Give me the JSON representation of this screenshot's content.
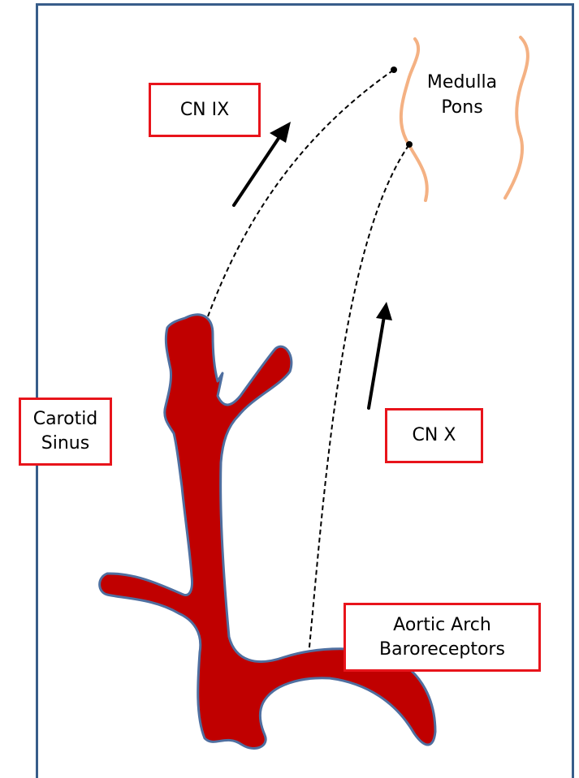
{
  "labels": {
    "cn9": "CN IX",
    "cn10": "CN X",
    "carotid": "Carotid\nSinus",
    "aortic": "Aortic Arch\nBaroreceptors",
    "medulla": "Medulla\nPons"
  },
  "colors": {
    "frame": "#385d8a",
    "box_border": "#e8141b",
    "vessel_fill": "#c00000",
    "vessel_outline": "#4f6fa0",
    "brainstem": "#f4b183",
    "nerve": "#000000"
  }
}
